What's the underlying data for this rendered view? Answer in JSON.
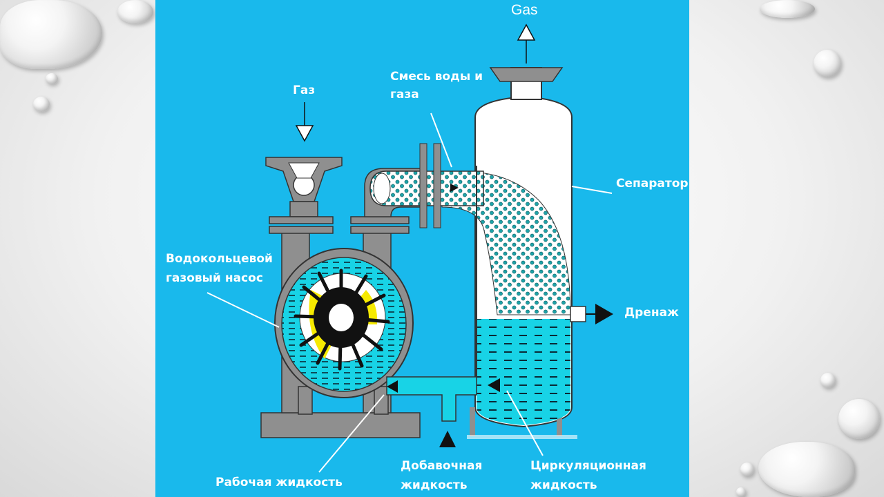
{
  "labels": {
    "gas_out": "Gas",
    "gas_in": "Газ",
    "mixture_line1": "Смесь воды и",
    "mixture_line2": "газа",
    "separator": "Сепаратор",
    "pump_line1": "Водокольцевой",
    "pump_line2": "газовый насос",
    "drain": "Дренаж",
    "working_fluid": "Рабочая жидкость",
    "makeup_line1": "Добавочная",
    "makeup_line2": "жидкость",
    "circulation_line1": "Циркуляционная",
    "circulation_line2": "жидкость"
  },
  "colors": {
    "panel_bg": "#19b9ec",
    "steel": "#8f8f8f",
    "water": "#18d3e6",
    "bubble": "#1fa3a8",
    "impeller_yellow": "#f6ea00"
  },
  "icons": [
    "water-drop-icon",
    "arrow-up-icon",
    "arrow-down-icon",
    "arrow-right-icon",
    "arrow-left-icon"
  ]
}
